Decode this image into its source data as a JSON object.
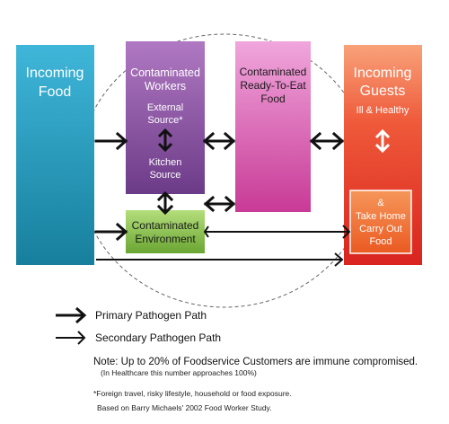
{
  "boxes": {
    "incoming_food": [
      "Incoming",
      "Food"
    ],
    "contaminated_workers": [
      "Contaminated",
      "Workers"
    ],
    "external_source": [
      "External",
      "Source*"
    ],
    "kitchen_source": [
      "Kitchen",
      "Source"
    ],
    "ready_to_eat": [
      "Contaminated",
      "Ready-To-Eat",
      "Food"
    ],
    "incoming_guests": [
      "Incoming",
      "Guests"
    ],
    "guests_status": "Ill & Healthy",
    "contaminated_environment": [
      "Contaminated",
      "Environment"
    ],
    "take_home": [
      "&",
      "Take Home",
      "Carry Out",
      "Food"
    ]
  },
  "legend": {
    "primary": "Primary Pathogen Path",
    "secondary": "Secondary Pathogen Path"
  },
  "note": {
    "main": "Note:  Up to 20% of Foodservice Customers are immune compromised.",
    "sub": "(In Healthcare this number approaches 100%)"
  },
  "footnotes": {
    "asterisk": "*Foreign travel, risky lifestyle, household or food exposure.",
    "source": "Based on Barry Michaels' 2002 Food Worker Study."
  },
  "colors": {
    "incoming_food": "#1e9dbe",
    "workers": "#8a4fa0",
    "ready_to_eat": "#d24da6",
    "guests": "#e8352e",
    "environment": "#88c04a",
    "take_home": "#f0692b"
  }
}
